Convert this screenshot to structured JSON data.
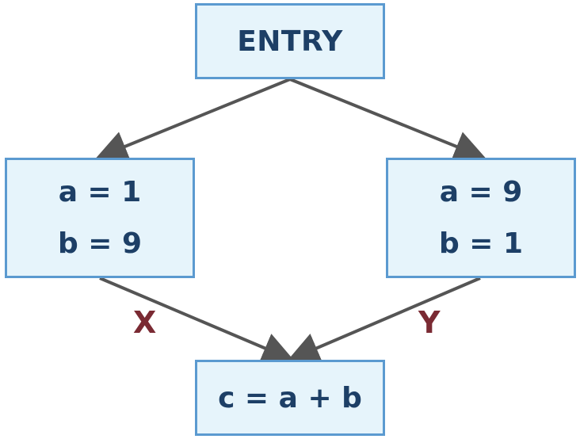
{
  "nodes": {
    "entry": {
      "label": "ENTRY"
    },
    "left": {
      "lines": [
        "a = 1",
        "b = 9"
      ]
    },
    "right": {
      "lines": [
        "a = 9",
        "b = 1"
      ]
    },
    "join": {
      "label": "c = a + b"
    }
  },
  "edge_labels": {
    "x": "X",
    "y": "Y"
  },
  "colors": {
    "node_fill": "#e6f4fb",
    "node_border": "#5b9ad0",
    "node_text": "#1d3f66",
    "edge": "#555555",
    "edge_label": "#7a2a33"
  }
}
